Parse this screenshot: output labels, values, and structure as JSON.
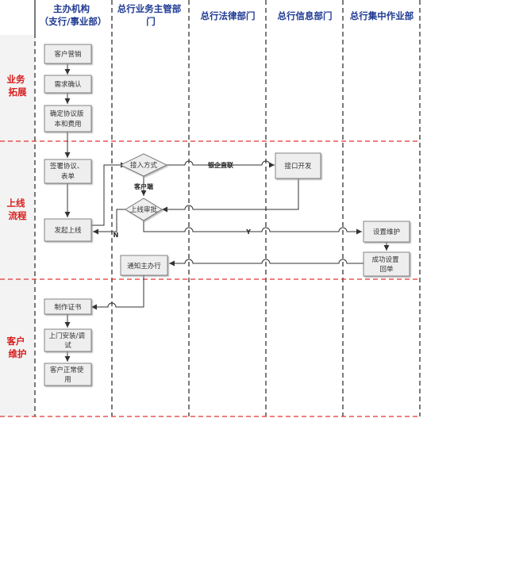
{
  "columns": [
    {
      "lines": [
        "主办机构",
        "（支行/事业部）"
      ]
    },
    {
      "lines": [
        "总行业务主管部",
        "门"
      ]
    },
    {
      "lines": [
        "总行法律部门"
      ]
    },
    {
      "lines": [
        "总行信息部门"
      ]
    },
    {
      "lines": [
        "总行集中作业部"
      ]
    }
  ],
  "lanes": [
    {
      "lines": [
        "业务",
        "拓展"
      ]
    },
    {
      "lines": [
        "上线",
        "流程"
      ]
    },
    {
      "lines": [
        "客户",
        "维护"
      ]
    }
  ],
  "nodes": {
    "customer_marketing": [
      "客户营销"
    ],
    "requirement_confirm": [
      "需求确认"
    ],
    "confirm_version_fee": [
      "确定协议版",
      "本和费用"
    ],
    "sign_agreement": [
      "签署协议、",
      "表单"
    ],
    "initiate_launch": [
      "发起上线"
    ],
    "access_mode": [
      "接入方式"
    ],
    "launch_review": [
      "上线审批"
    ],
    "interface_dev": [
      "接口开发"
    ],
    "setup_maintenance": [
      "设置维护"
    ],
    "setup_success_reply": [
      "成功设置",
      "回单"
    ],
    "notify_branch": [
      "通知主办行"
    ],
    "make_certificate": [
      "制作证书"
    ],
    "onsite_install": [
      "上门安装/调",
      "试"
    ],
    "customer_normal_use": [
      "客户正常使",
      "用"
    ]
  },
  "edge_labels": {
    "direct_link": "银企直联",
    "client_side": "客户端",
    "yes": "Y",
    "no": "N"
  },
  "colors": {
    "header_text": "#1f3a93",
    "lane_text": "#d81e1e",
    "lane_divider": "#e33333",
    "lane_bg": "#f3f3f3",
    "box_fill": "#eeeeee",
    "box_stroke": "#666666",
    "arrow": "#333333"
  }
}
